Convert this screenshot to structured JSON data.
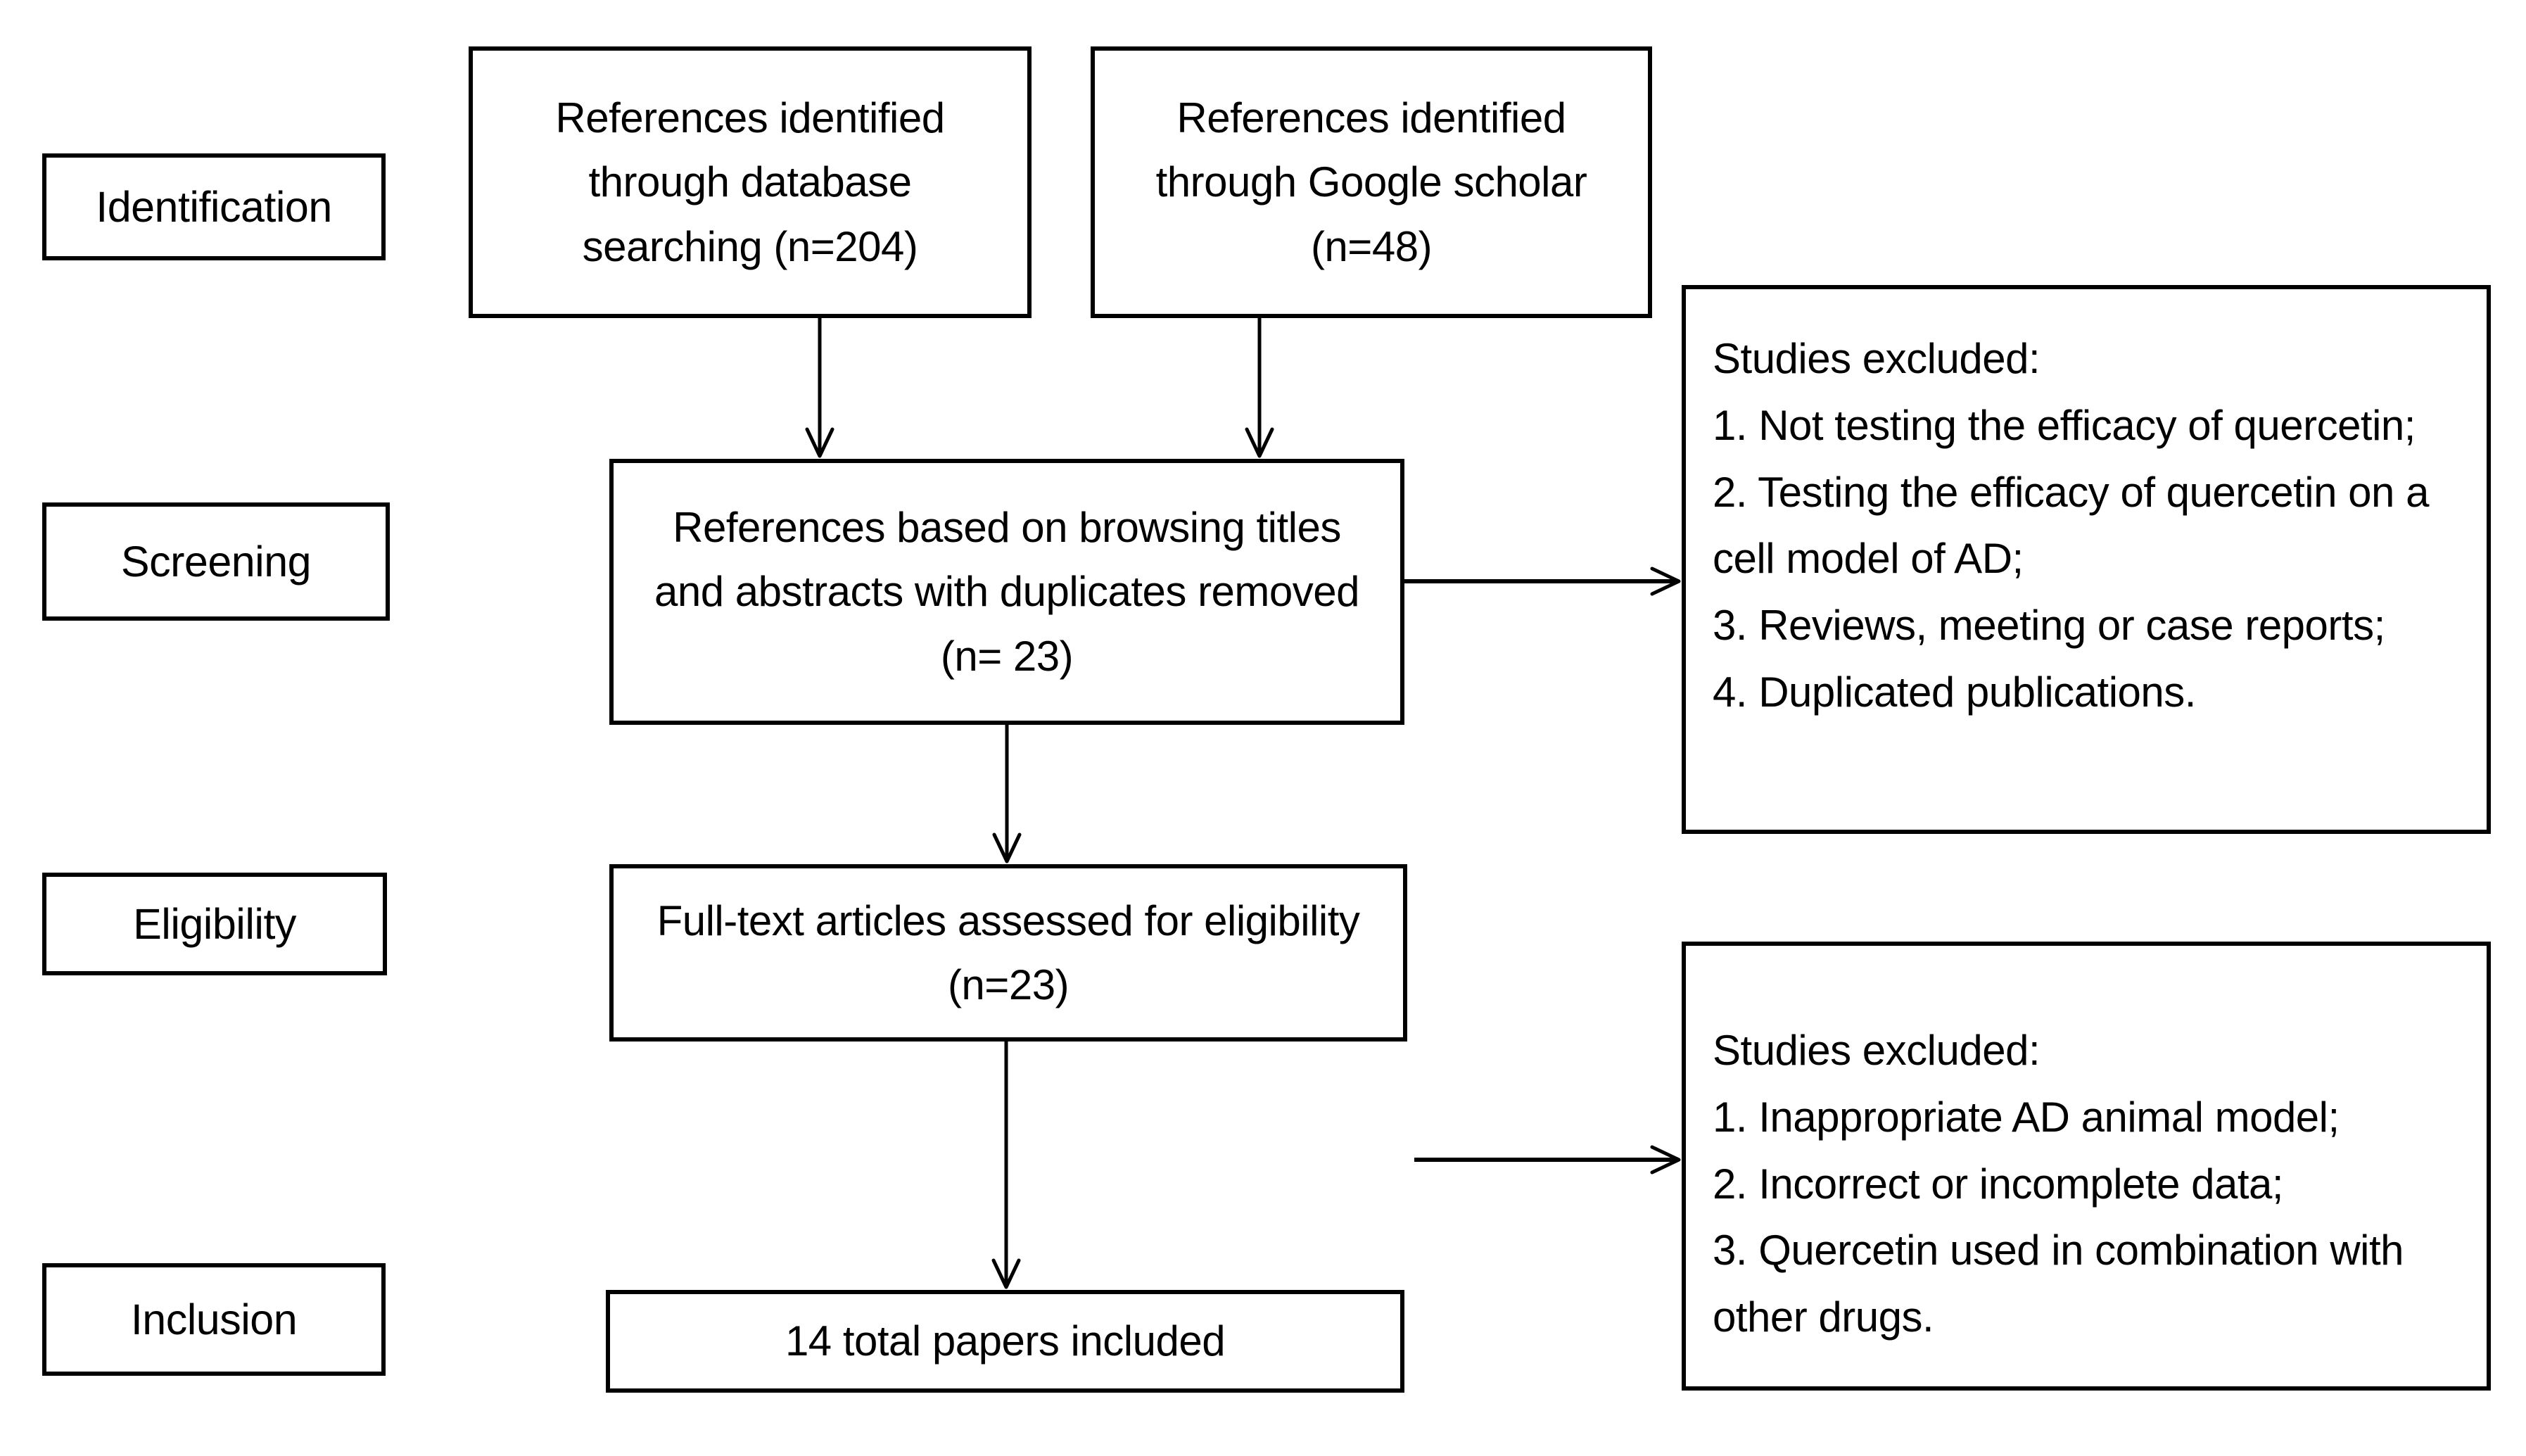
{
  "diagram": {
    "type": "prisma-flowchart",
    "colors": {
      "background": "#ffffff",
      "line": "#000000",
      "text": "#000000"
    },
    "stages": [
      {
        "label": "Identification"
      },
      {
        "label": "Screening"
      },
      {
        "label": "Eligibility"
      },
      {
        "label": "Inclusion"
      }
    ],
    "nodes": {
      "identified_database": "References identified through database searching (n=204)",
      "identified_scholar": "References identified through Google scholar (n=48)",
      "screened": "References based on browsing titles and abstracts with duplicates removed (n= 23)",
      "fulltext": "Full-text articles assessed for eligibility (n=23)",
      "included": "14 total papers included"
    },
    "exclusions_screening": {
      "title": "Studies excluded:",
      "items": [
        "1. Not testing the efficacy of quercetin;",
        "2. Testing the efficacy of quercetin on a cell model of AD;",
        "3. Reviews, meeting or case reports;",
        "4. Duplicated publications."
      ]
    },
    "exclusions_eligibility": {
      "title": "Studies excluded:",
      "items": [
        "1. Inappropriate AD animal model;",
        "2. Incorrect or incomplete data;",
        "3. Quercetin used in combination with other drugs."
      ]
    }
  }
}
